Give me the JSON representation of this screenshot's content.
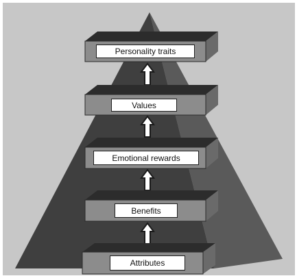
{
  "diagram": {
    "levels": [
      {
        "key": "personality",
        "label": "Personality traits"
      },
      {
        "key": "values",
        "label": "Values"
      },
      {
        "key": "emotional",
        "label": "Emotional rewards"
      },
      {
        "key": "benefits",
        "label": "Benefits"
      },
      {
        "key": "attributes",
        "label": "Attributes"
      }
    ],
    "colors": {
      "background": "#c7c7c7",
      "pyramid_front": "#3f3f3f",
      "pyramid_side": "#5a5a5a",
      "block_front": "#8c8c8c",
      "block_top": "#2c2c2c",
      "block_side": "#6a6a6a",
      "arrow": "#1a1a1a"
    }
  }
}
